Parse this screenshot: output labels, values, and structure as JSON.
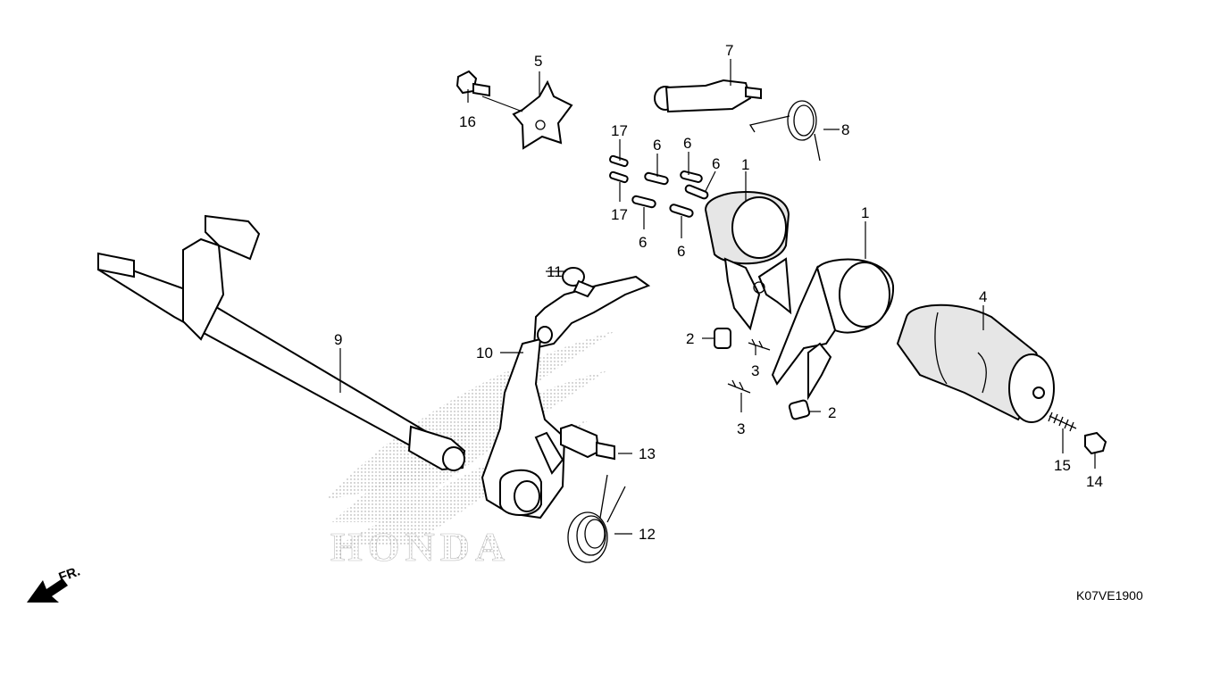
{
  "diagram": {
    "drawing_code": "K07VE1900",
    "front_marker": "FR.",
    "watermark": "HONDA",
    "callouts": [
      {
        "id": "c5",
        "label": "5"
      },
      {
        "id": "c16",
        "label": "16"
      },
      {
        "id": "c7",
        "label": "7"
      },
      {
        "id": "c8",
        "label": "8"
      },
      {
        "id": "c17a",
        "label": "17"
      },
      {
        "id": "c17b",
        "label": "17"
      },
      {
        "id": "c6a",
        "label": "6"
      },
      {
        "id": "c6b",
        "label": "6"
      },
      {
        "id": "c6c",
        "label": "6"
      },
      {
        "id": "c6d",
        "label": "6"
      },
      {
        "id": "c6e",
        "label": "6"
      },
      {
        "id": "c1a",
        "label": "1"
      },
      {
        "id": "c1b",
        "label": "1"
      },
      {
        "id": "c4",
        "label": "4"
      },
      {
        "id": "c11",
        "label": "11"
      },
      {
        "id": "c9",
        "label": "9"
      },
      {
        "id": "c10",
        "label": "10"
      },
      {
        "id": "c2a",
        "label": "2"
      },
      {
        "id": "c2b",
        "label": "2"
      },
      {
        "id": "c3a",
        "label": "3"
      },
      {
        "id": "c3b",
        "label": "3"
      },
      {
        "id": "c13",
        "label": "13"
      },
      {
        "id": "c12",
        "label": "12"
      },
      {
        "id": "c15",
        "label": "15"
      },
      {
        "id": "c14",
        "label": "14"
      }
    ]
  }
}
